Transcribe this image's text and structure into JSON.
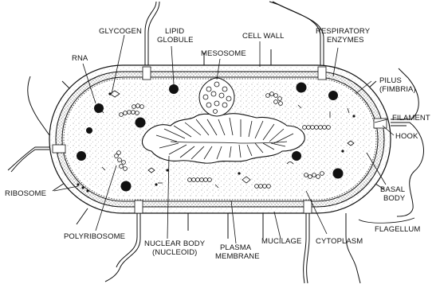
{
  "labels": {
    "glycogen": "GLYCOGEN",
    "lipid_globule_1": "LIPID",
    "lipid_globule_2": "GLOBULE",
    "cell_wall": "CELL WALL",
    "respiratory_1": "RESPIRATORY",
    "respiratory_2": "ENZYMES",
    "rna": "RNA",
    "mesosome": "MESOSOME",
    "pilus_1": "PILUS",
    "pilus_2": "(FIMBRIA)",
    "filament": "FILAMENT",
    "hook": "HOOK",
    "basal_1": "BASAL",
    "basal_2": "BODY",
    "flagellum": "FLAGELLUM",
    "ribosome": "RIBOSOME",
    "polyribosome": "POLYRIBOSOME",
    "nuclear_1": "NUCLEAR BODY",
    "nuclear_2": "(NUCLEOID)",
    "plasma_1": "PLASMA",
    "plasma_2": "MEMBRANE",
    "mucilage": "MUCILAGE",
    "cytoplasm": "CYTOPLASM"
  }
}
